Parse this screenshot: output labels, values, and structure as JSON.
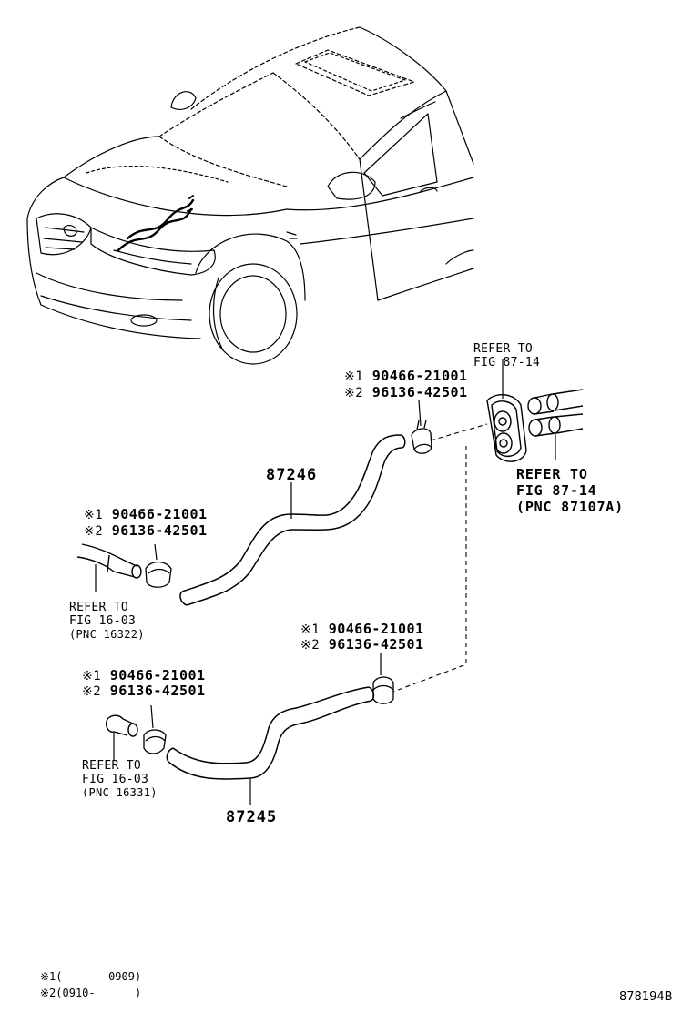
{
  "callouts": {
    "top": {
      "line1_mark": "※1",
      "line1_part": "90466-21001",
      "line2_mark": "※2",
      "line2_part": "96136-42501"
    },
    "left_upper": {
      "line1_mark": "※1",
      "line1_part": "90466-21001",
      "line2_mark": "※2",
      "line2_part": "96136-42501"
    },
    "right_lower": {
      "line1_mark": "※1",
      "line1_part": "90466-21001",
      "line2_mark": "※2",
      "line2_part": "96136-42501"
    },
    "left_lower": {
      "line1_mark": "※1",
      "line1_part": "90466-21001",
      "line2_mark": "※2",
      "line2_part": "96136-42501"
    }
  },
  "hoses": {
    "upper": "87246",
    "lower": "87245"
  },
  "references": {
    "heater_unit_top": {
      "line1": "REFER TO",
      "line2": "FIG 87-14"
    },
    "heater_pipes": {
      "line1": "REFER TO",
      "line2": "FIG 87-14",
      "line3": "(PNC 87107A)"
    },
    "engine_upper": {
      "line1": "REFER TO",
      "line2": "FIG 16-03",
      "line3": "(PNC 16322)"
    },
    "engine_lower": {
      "line1": "REFER TO",
      "line2": "FIG 16-03",
      "line3": "(PNC 16331)"
    }
  },
  "footnotes": {
    "note1_mark": "※1",
    "note1_text": "(      -0909)",
    "note2_mark": "※2",
    "note2_text": "(0910-      )"
  },
  "figure_id": "878194B"
}
